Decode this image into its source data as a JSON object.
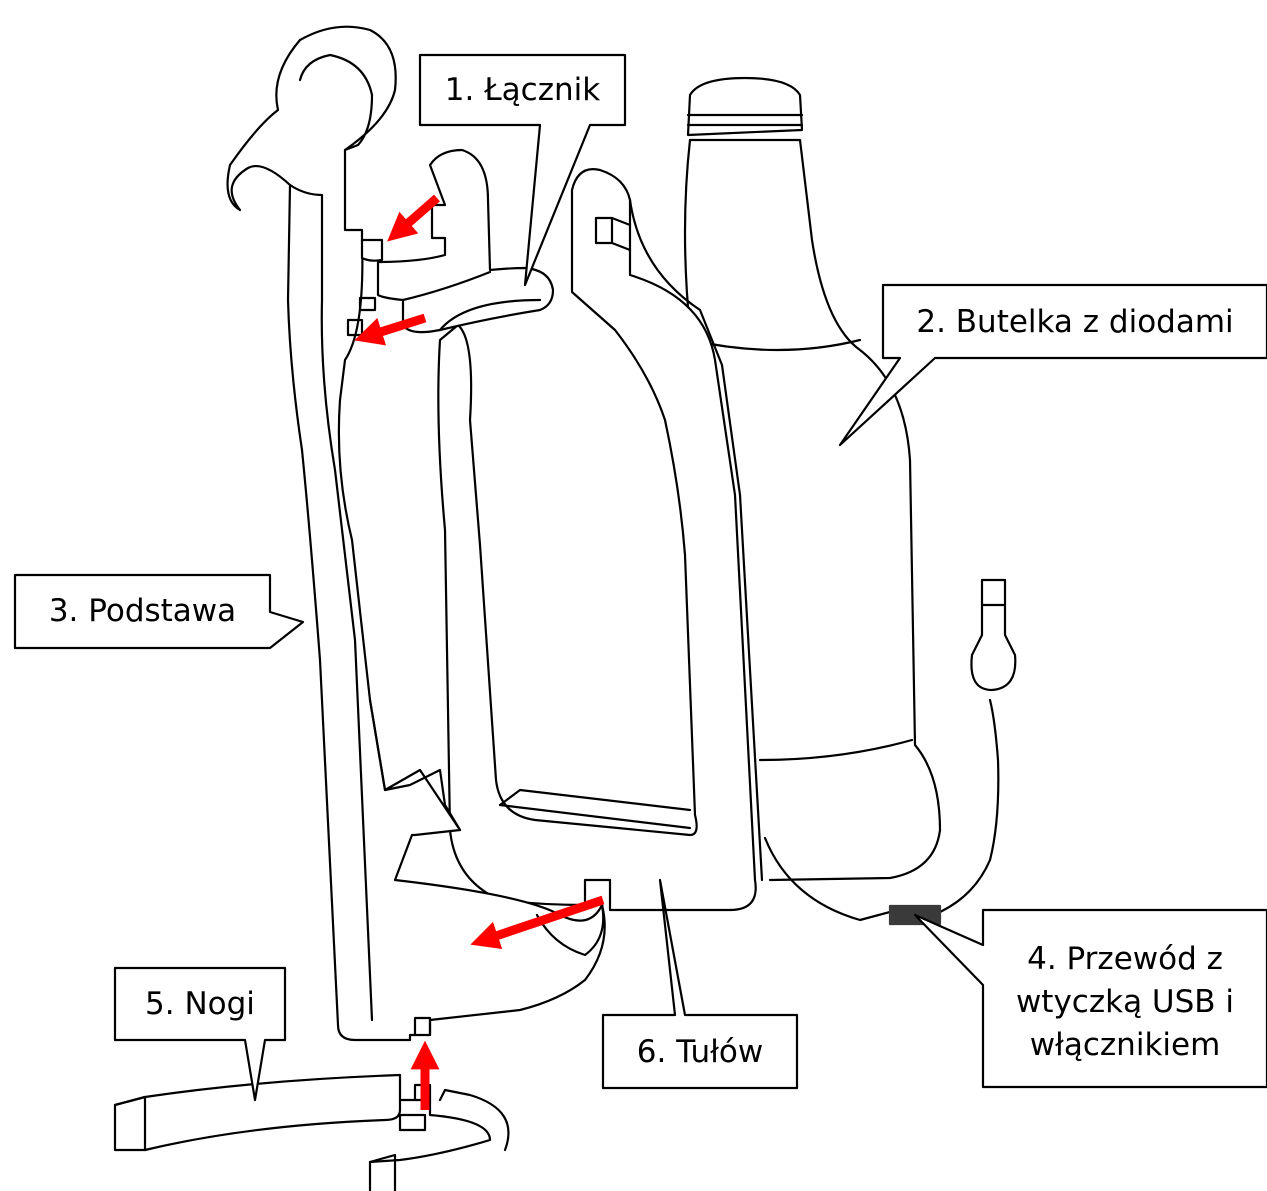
{
  "diagram": {
    "labels": {
      "lacznik": "1. Łącznik",
      "butelka": "2. Butelka z diodami",
      "podstawa": "3. Podstawa",
      "przewod_line1": "4. Przewód z",
      "przewod_line2": "wtyczką USB i",
      "przewod_line3": "włącznikiem",
      "nogi": "5. Nogi",
      "tulow": "6. Tułów"
    },
    "colors": {
      "line": "#000000",
      "arrow": "#ff0000",
      "background": "#ffffff",
      "cable_connector": "#3a3a3a"
    }
  }
}
